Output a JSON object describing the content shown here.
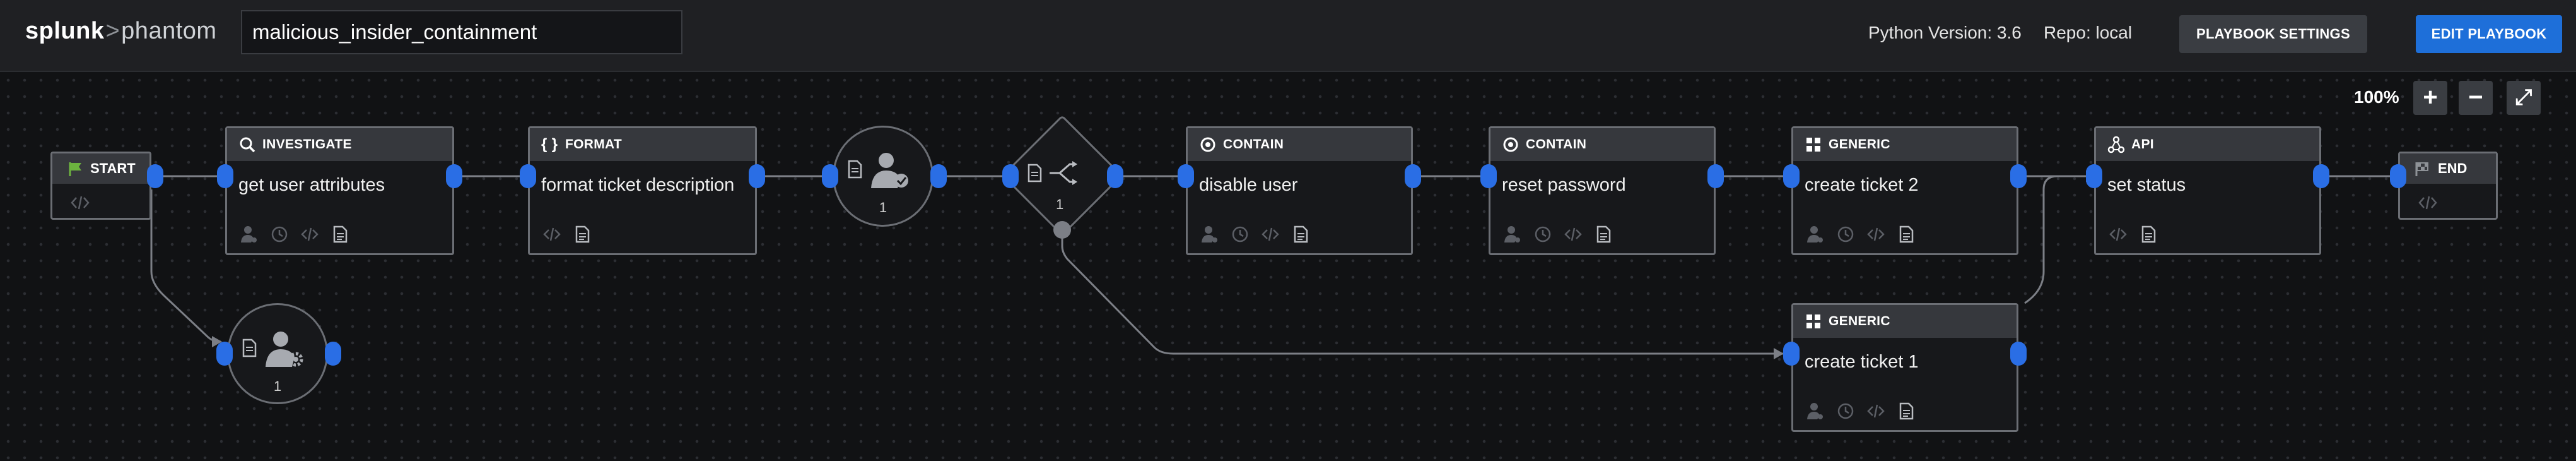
{
  "header": {
    "logo_primary": "splunk",
    "logo_separator": ">",
    "logo_secondary": "phantom",
    "playbook_name": "malicious_insider_containment",
    "python_version": "Python Version: 3.6",
    "repo": "Repo: local",
    "settings_button": "PLAYBOOK SETTINGS",
    "edit_button": "EDIT PLAYBOOK"
  },
  "zoom": {
    "level": "100%",
    "zoom_in": "+",
    "zoom_out": "−",
    "fit": "⤢"
  },
  "blocks": {
    "start": {
      "type": "START"
    },
    "end": {
      "type": "END"
    },
    "investigate": {
      "type": "INVESTIGATE",
      "label": "get user attributes"
    },
    "format": {
      "type": "FORMAT",
      "label": "format ticket description"
    },
    "prompt_top": {
      "count": "1"
    },
    "decision": {
      "count": "1"
    },
    "prompt_bottom": {
      "count": "1"
    },
    "contain1": {
      "type": "CONTAIN",
      "label": "disable user"
    },
    "contain2": {
      "type": "CONTAIN",
      "label": "reset password"
    },
    "generic2": {
      "type": "GENERIC",
      "label": "create ticket 2"
    },
    "generic1": {
      "type": "GENERIC",
      "label": "create ticket 1"
    },
    "api": {
      "type": "API",
      "label": "set status"
    }
  },
  "colors": {
    "port": "#2a6ee5",
    "edit_button": "#1e6fd9",
    "start_flag": "#6cb33f",
    "wire": "#7c7f86"
  }
}
